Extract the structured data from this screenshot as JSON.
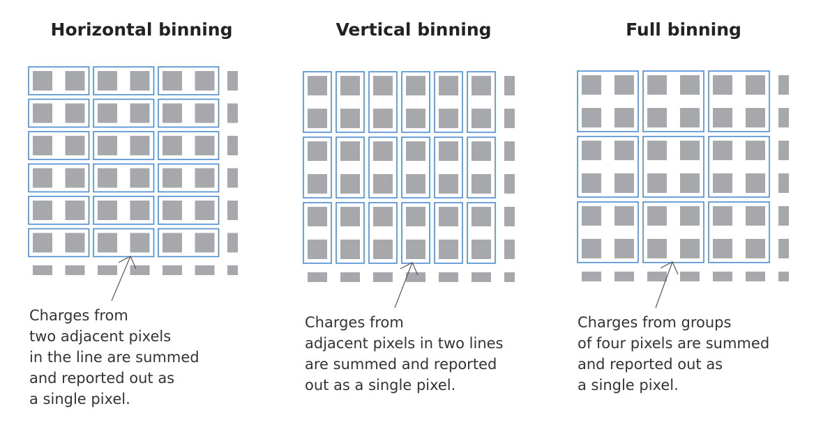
{
  "colors": {
    "pixel": "#a7a8ab",
    "bin_outline": "#4a8ad0",
    "arrow": "#555555"
  },
  "panels": [
    {
      "title": "Horizontal binning",
      "bin_cols": 2,
      "bin_rows": 1,
      "pixel_cols": 6,
      "pixel_rows": 6,
      "caption": [
        "Charges from",
        "two adjacent pixels",
        "in the line are summed",
        "and reported out as",
        "a single pixel."
      ]
    },
    {
      "title": "Vertical binning",
      "bin_cols": 1,
      "bin_rows": 2,
      "pixel_cols": 6,
      "pixel_rows": 6,
      "caption": [
        "Charges from",
        "adjacent pixels in two lines",
        "are summed and reported",
        "out as a single pixel."
      ]
    },
    {
      "title": "Full binning",
      "bin_cols": 2,
      "bin_rows": 2,
      "pixel_cols": 6,
      "pixel_rows": 6,
      "caption": [
        "Charges from groups",
        "of four pixels are summed",
        "and reported out as",
        "a single pixel."
      ]
    }
  ]
}
